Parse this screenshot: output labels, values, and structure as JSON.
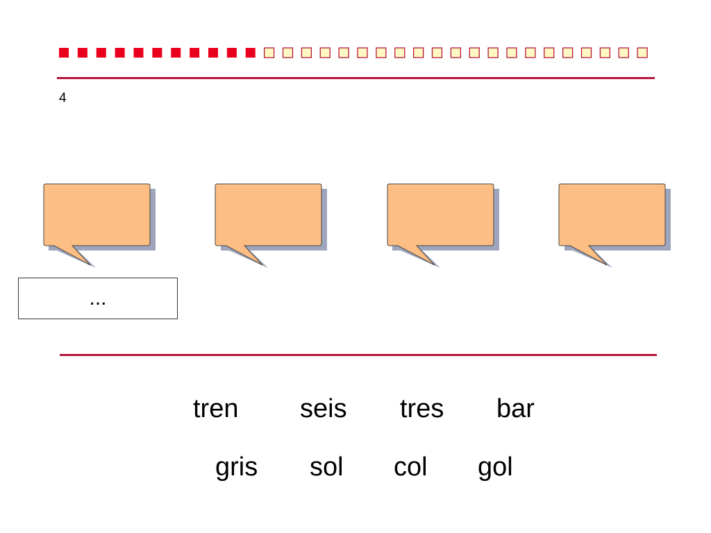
{
  "slide": {
    "number": "4",
    "answer_placeholder": "..."
  },
  "progress": {
    "filled_count": 11,
    "total_count": 32,
    "filled_color": "#e8001c",
    "empty_fill": "#fff8c2",
    "empty_stroke": "#b5163a"
  },
  "colors": {
    "rule": "#b5163a",
    "bubble_fill": "#fdbe84",
    "bubble_shadow": "#9ea6bd"
  },
  "word_bank": {
    "row1": [
      "tren",
      "seis",
      "tres",
      "bar"
    ],
    "row2": [
      "gris",
      "sol",
      "col",
      "gol"
    ]
  }
}
